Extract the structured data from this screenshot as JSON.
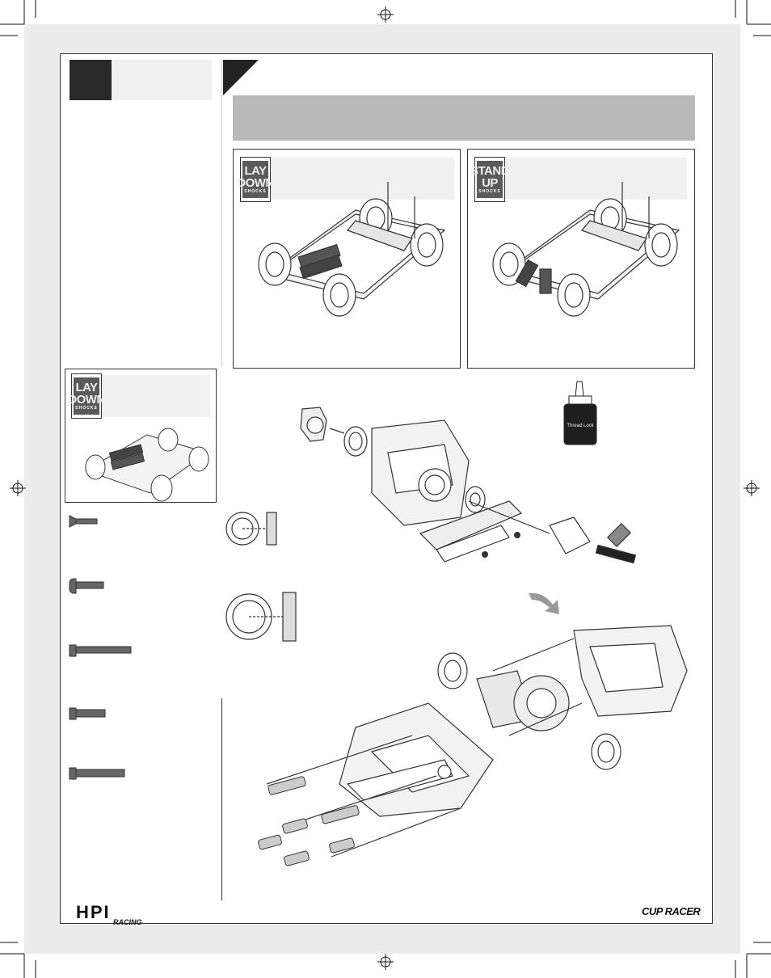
{
  "badges": {
    "lay_down": {
      "line1": "LAY",
      "line2": "DOWN",
      "line3": "SHOCKS"
    },
    "stand_up": {
      "line1": "STAND",
      "line2": "UP",
      "line3": "SHOCKS"
    }
  },
  "loctite_label": "Thread Lock",
  "brand_logo": "HPI",
  "brand_sub": "RACING",
  "product_logo": "CUP RACER",
  "colors": {
    "page_bg": "#ececec",
    "banner": "#b9b9b9",
    "step_box": "#2a2a2a"
  }
}
